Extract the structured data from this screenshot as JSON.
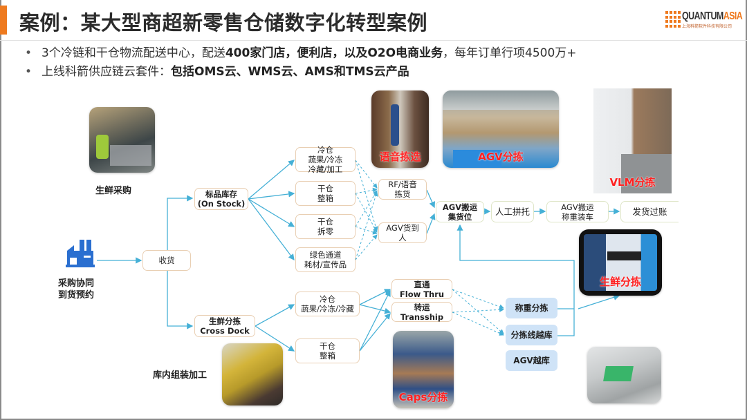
{
  "header": {
    "title": "案例：某大型商超新零售仓储数字化转型案例",
    "logo": {
      "word_left": "QUANTUM",
      "word_right": "ASIA",
      "subtitle": "上海科箭软件科技有限公司"
    },
    "accent_color": "#ee7a1f"
  },
  "bullets": [
    {
      "pre": "3个冷链和干仓物流配送中心，配送",
      "bold": "400家门店，便利店，以及O2O电商业务",
      "post": "，每年订单行项4500万+"
    },
    {
      "pre": "上线科箭供应链云套件：",
      "bold": "包括OMS云、WMS云、AMS和TMS云产品",
      "post": ""
    }
  ],
  "left": {
    "supplier_label_1": "采购协同",
    "supplier_label_2": "到货预约",
    "fresh_purchase_label": "生鲜采购",
    "assembly_label": "库内组装加工"
  },
  "nodes": {
    "receiving": "收货",
    "on_stock_1": "标品库存",
    "on_stock_2": "(On Stock)",
    "cross_dock_1": "生鲜分拣",
    "cross_dock_2": "Cross Dock",
    "cold_1": "冷仓",
    "cold_2": "蔬果/冷冻",
    "cold_3": "冷藏/加工",
    "dry_case_1": "干仓",
    "dry_case_2": "整箱",
    "dry_piece_1": "干仓",
    "dry_piece_2": "拆零",
    "green_1": "绿色通道",
    "green_2": "耗材/宣传品",
    "rf_1": "RF/语音",
    "rf_2": "拣货",
    "agv_g2p_1": "AGV货到",
    "agv_g2p_2": "人",
    "agv_staging_1": "AGV搬运",
    "agv_staging_2": "集货位",
    "manual_pallet": "人工拼托",
    "agv_load_1": "AGV搬运",
    "agv_load_2": "称重装车",
    "ship": "发货过账",
    "xd_cold_1": "冷仓",
    "xd_cold_2": "蔬果/冷冻/冷藏",
    "xd_dry_1": "干仓",
    "xd_dry_2": "整箱",
    "flow_1": "直通",
    "flow_2": "Flow Thru",
    "trans_1": "转运",
    "trans_2": "Transship",
    "weigh_sort": "称重分拣",
    "sortline": "分拣线越库",
    "agv_xd": "AGV越库"
  },
  "photos": {
    "voice_pick": "语音拣选",
    "agv_sort": "AGV分拣",
    "vlm_sort": "VLM分拣",
    "fresh_sort": "生鲜分拣",
    "caps_sort": "Caps分拣"
  },
  "colors": {
    "connector": "#45b0d6",
    "box_border": "#e9cfb3",
    "blue_box": "#cfe3f7",
    "photo_caption": "#ff2222"
  }
}
